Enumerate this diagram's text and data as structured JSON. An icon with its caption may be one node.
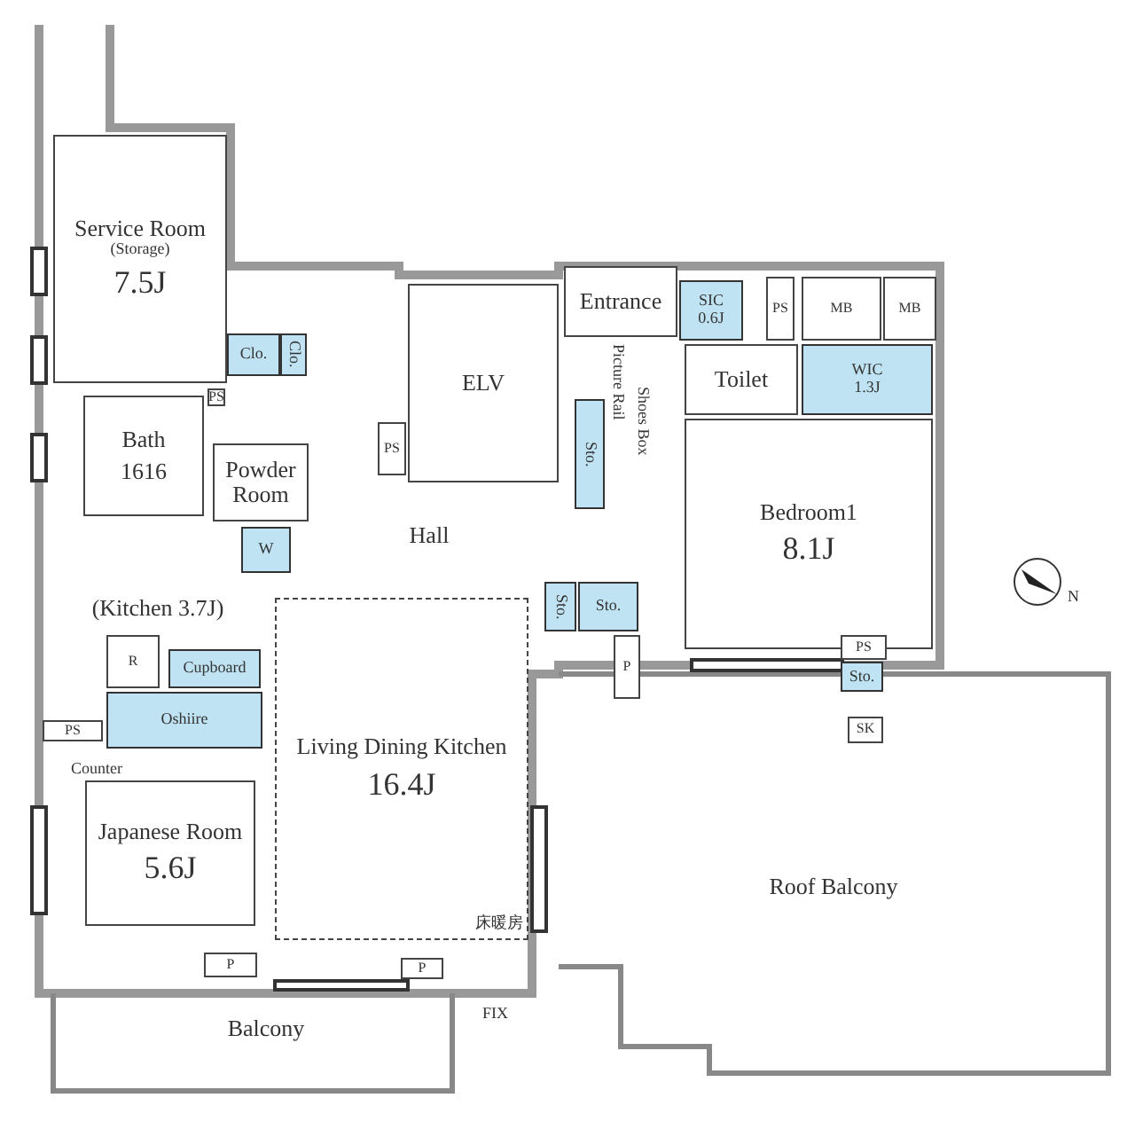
{
  "diagram": {
    "nodes": [
      {
        "text": [
          "Service Room",
          "(Storage)",
          "7.5J"
        ]
      },
      {
        "text": [
          "PS"
        ]
      },
      {
        "text": [
          "Clo."
        ]
      },
      {
        "text": [
          "Clo."
        ]
      },
      {
        "text": [
          "Bath",
          "1616"
        ]
      },
      {
        "text": [
          "Powder Room"
        ]
      },
      {
        "text": [
          "W"
        ]
      },
      {
        "text": [
          "PS"
        ]
      },
      {
        "text": [
          "ELV"
        ]
      },
      {
        "text": [
          "Entrance"
        ]
      },
      {
        "text": [
          "SIC",
          "0.6J"
        ]
      },
      {
        "text": [
          "PS"
        ]
      },
      {
        "text": [
          "MB"
        ]
      },
      {
        "text": [
          "MB"
        ]
      },
      {
        "text": [
          "Toilet"
        ]
      },
      {
        "text": [
          "WIC",
          "1.3J"
        ]
      },
      {
        "text": [
          "Sto."
        ]
      },
      {
        "text": [
          "Hall"
        ]
      },
      {
        "text": [
          "Bedroom1",
          "8.1J"
        ]
      },
      {
        "text": [
          "Sto."
        ]
      },
      {
        "text": [
          "Sto."
        ]
      },
      {
        "text": [
          "P"
        ]
      },
      {
        "text": [
          "PS"
        ]
      },
      {
        "text": [
          "Sto."
        ]
      },
      {
        "text": [
          "(Kitchen 3.7J)"
        ]
      },
      {
        "text": [
          "R"
        ]
      },
      {
        "text": [
          "Cupboard"
        ]
      },
      {
        "text": [
          "Oshiire"
        ]
      },
      {
        "text": [
          "PS"
        ]
      },
      {
        "text": [
          "Japanese Room",
          "5.6J"
        ]
      },
      {
        "text": [
          "Living Dining Kitchen",
          "16.4J"
        ]
      },
      {
        "text": [
          "P"
        ]
      },
      {
        "text": [
          "P"
        ]
      },
      {
        "text": [
          "Roof Balcony"
        ]
      },
      {
        "text": [
          "Balcony"
        ]
      },
      {
        "text": [
          "SK"
        ]
      }
    ],
    "labels": [
      "Picture Rail",
      "Shoes Box",
      "N",
      "Counter",
      "床暖房",
      "FIX"
    ]
  }
}
